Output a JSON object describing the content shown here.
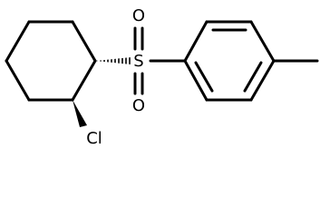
{
  "molecule": {
    "atoms": {
      "sulfur": "S",
      "oxygen_top": "O",
      "oxygen_bottom": "O",
      "chlorine": "Cl"
    },
    "colors": {
      "bond": "#000000",
      "label": "#000000",
      "background": "#ffffff"
    }
  }
}
